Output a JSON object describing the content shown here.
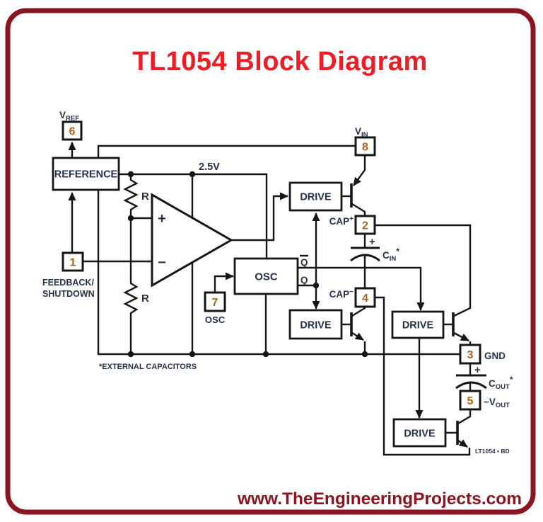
{
  "title": {
    "text": "TL1054 Block Diagram"
  },
  "watermark": {
    "text": "www.TheEngineeringProjects.com"
  },
  "diagram_tag": {
    "text": "LT1054 • BD"
  },
  "colors": {
    "border": "#8B1622",
    "title_red": "#EE1C24",
    "watermark_red": "#8B1420",
    "line": "#161616",
    "label": "#26324A",
    "pin_number": "#A8641E",
    "background": "#FFFFFF"
  },
  "blocks": {
    "reference": {
      "label": "REFERENCE"
    },
    "osc": {
      "label": "OSC"
    },
    "drive_top": {
      "label": "DRIVE"
    },
    "drive_mid": {
      "label": "DRIVE"
    },
    "drive_right": {
      "label": "DRIVE"
    },
    "drive_bottom": {
      "label": "DRIVE"
    }
  },
  "opamp": {
    "plus": "+",
    "minus": "−"
  },
  "pins": {
    "pin6": {
      "number": "6",
      "label_main": "V",
      "label_sub": "REF"
    },
    "pin8": {
      "number": "8",
      "label_main": "V",
      "label_sub": "IN"
    },
    "pin1": {
      "number": "1",
      "label_line1": "FEEDBACK/",
      "label_line2": "SHUTDOWN"
    },
    "pin7": {
      "number": "7",
      "label": "OSC"
    },
    "pin2": {
      "number": "2",
      "label_main": "CAP",
      "label_sup": "+"
    },
    "pin4": {
      "number": "4",
      "label_main": "CAP",
      "label_sup": "−"
    },
    "pin3": {
      "number": "3",
      "label": "GND"
    },
    "pin5": {
      "number": "5",
      "label_main": "−V",
      "label_sub": "OUT"
    }
  },
  "nets": {
    "ref_voltage": "2.5V",
    "resistor_top": "R",
    "resistor_bottom": "R",
    "osc_out_qbar": "Q",
    "osc_out_q": "Q",
    "cin": {
      "main": "C",
      "sub": "IN",
      "sup": "*",
      "plus": "+"
    },
    "cout": {
      "main": "C",
      "sub": "OUT",
      "sup": "*",
      "plus": "+"
    },
    "note": "*EXTERNAL CAPACITORS"
  }
}
